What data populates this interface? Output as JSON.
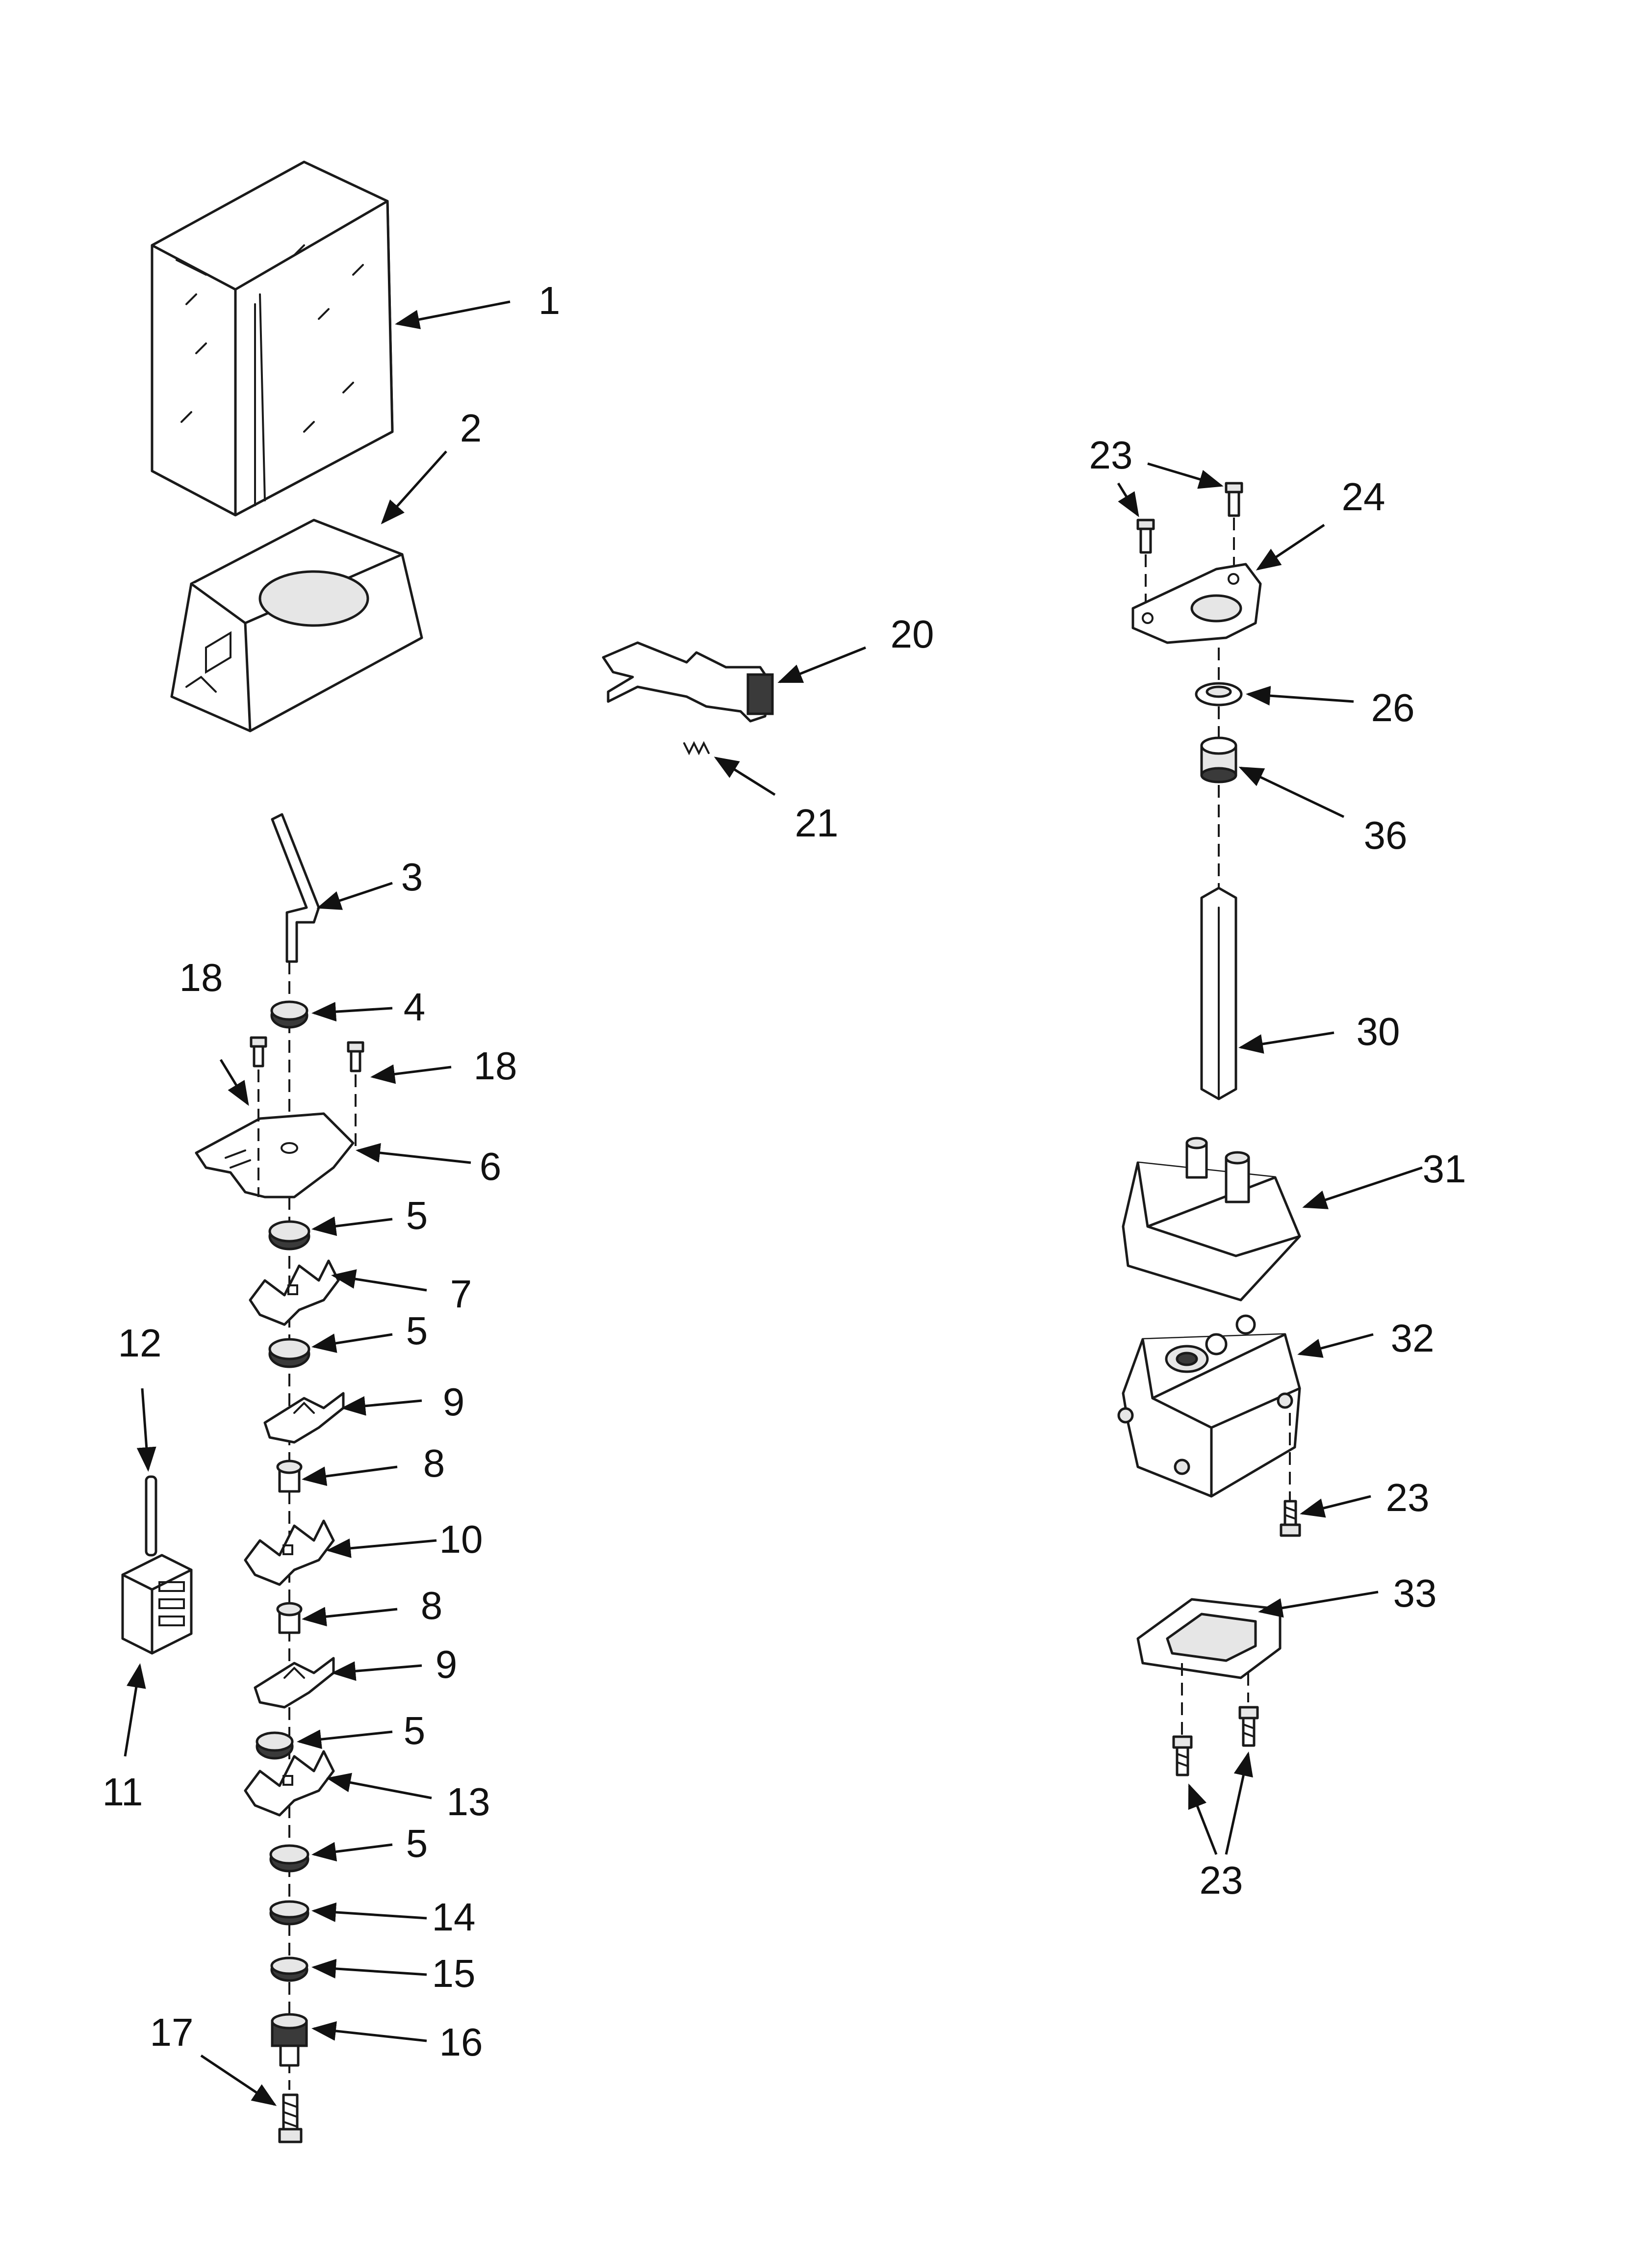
{
  "diagram": {
    "callouts": {
      "c1": "1",
      "c2": "2",
      "c3": "3",
      "c4": "4",
      "c5a": "5",
      "c5b": "5",
      "c5c": "5",
      "c5d": "5",
      "c6": "6",
      "c7": "7",
      "c8a": "8",
      "c8b": "8",
      "c9a": "9",
      "c9b": "9",
      "c10": "10",
      "c11": "11",
      "c12": "12",
      "c13": "13",
      "c14": "14",
      "c15": "15",
      "c16": "16",
      "c17": "17",
      "c18a": "18",
      "c18b": "18",
      "c20": "20",
      "c21": "21",
      "c23a": "23",
      "c23b": "23",
      "c23c": "23",
      "c24": "24",
      "c26": "26",
      "c30": "30",
      "c31": "31",
      "c32": "32",
      "c33": "33",
      "c36": "36"
    }
  }
}
